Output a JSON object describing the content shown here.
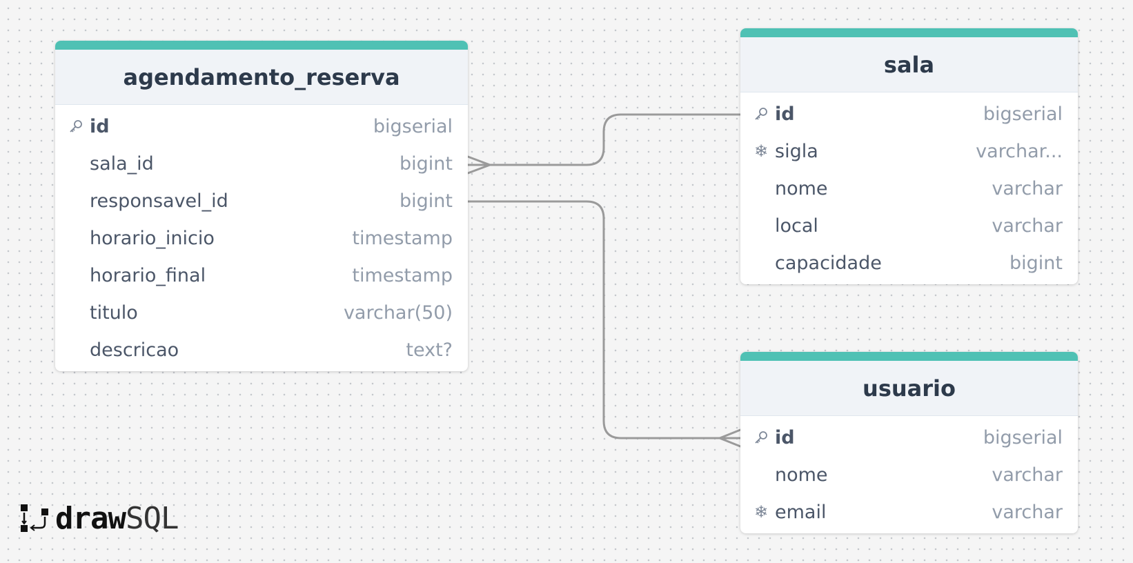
{
  "diagram": {
    "tables": [
      {
        "name": "agendamento_reserva",
        "columns": [
          {
            "name": "id",
            "type": "bigserial",
            "marker": "key-icon"
          },
          {
            "name": "sala_id",
            "type": "bigint",
            "marker": ""
          },
          {
            "name": "responsavel_id",
            "type": "bigint",
            "marker": ""
          },
          {
            "name": "horario_inicio",
            "type": "timestamp",
            "marker": ""
          },
          {
            "name": "horario_final",
            "type": "timestamp",
            "marker": ""
          },
          {
            "name": "titulo",
            "type": "varchar(50)",
            "marker": ""
          },
          {
            "name": "descricao",
            "type": "text?",
            "marker": ""
          }
        ]
      },
      {
        "name": "sala",
        "columns": [
          {
            "name": "id",
            "type": "bigserial",
            "marker": "key-icon"
          },
          {
            "name": "sigla",
            "type": "varchar...",
            "marker": "snowflake-icon"
          },
          {
            "name": "nome",
            "type": "varchar",
            "marker": ""
          },
          {
            "name": "local",
            "type": "varchar",
            "marker": ""
          },
          {
            "name": "capacidade",
            "type": "bigint",
            "marker": ""
          }
        ]
      },
      {
        "name": "usuario",
        "columns": [
          {
            "name": "id",
            "type": "bigserial",
            "marker": "key-icon"
          },
          {
            "name": "nome",
            "type": "varchar",
            "marker": ""
          },
          {
            "name": "email",
            "type": "varchar",
            "marker": "snowflake-icon"
          }
        ]
      }
    ],
    "relations": [
      {
        "from": "agendamento_reserva.sala_id",
        "to": "sala.id",
        "from_end": "many",
        "to_end": "one"
      },
      {
        "from": "agendamento_reserva.responsavel_id",
        "to": "usuario.id",
        "from_end": "one",
        "to_end": "many"
      }
    ]
  },
  "colors": {
    "accent": "#4fc1b4",
    "header_bg": "#f0f3f7",
    "title_text": "#2d3a4b",
    "column_text": "#4b5668",
    "type_text": "#929caa",
    "connector": "#9a9a9a"
  },
  "brand": {
    "draw": "draw",
    "sql": "SQL"
  }
}
